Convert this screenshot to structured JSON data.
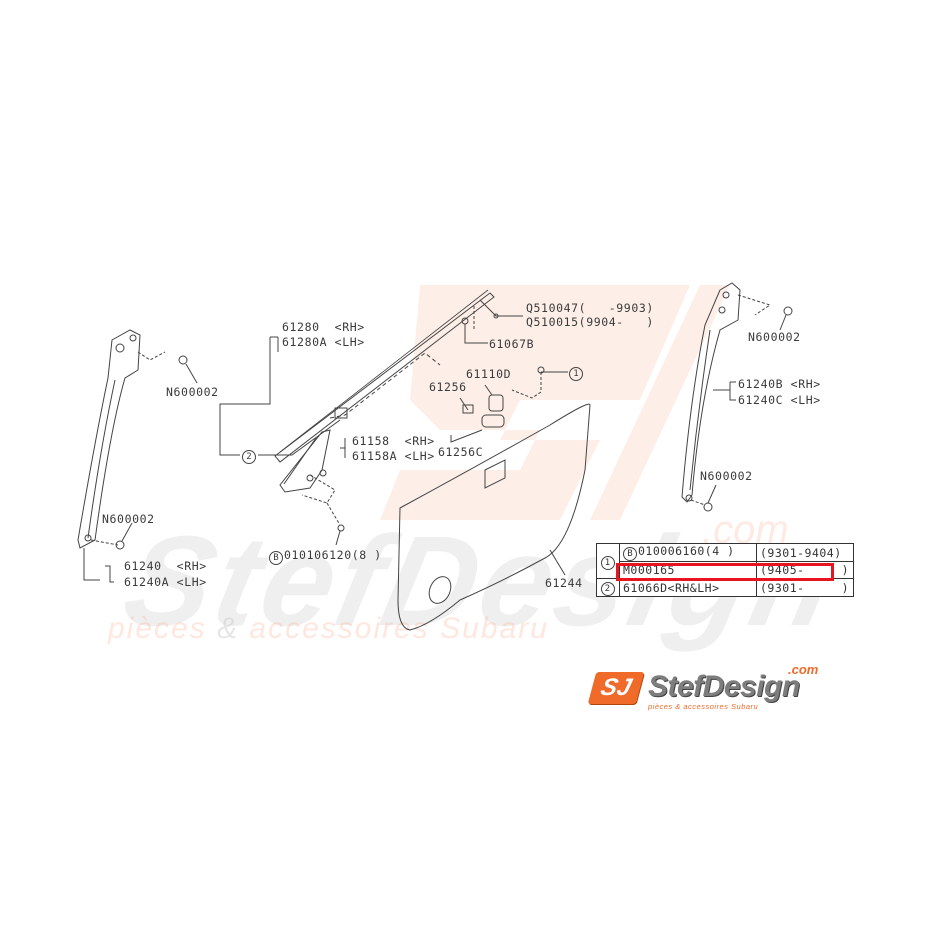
{
  "watermark": {
    "brand": "StefDesign",
    "com": ".com",
    "subtitle_pre": "pièces ",
    "subtitle_amp": "&",
    "subtitle_post": " accessoires Subaru",
    "color_orange": "#f5a080",
    "color_gray": "#d2d2d2"
  },
  "callouts": {
    "n600002_left_top": "N600002",
    "n600002_left_bottom": "N600002",
    "n600002_right_top": "N600002",
    "n600002_right_bottom": "N600002",
    "p61280_rh": "61280  <RH>",
    "p61280a_lh": "61280A <LH>",
    "q510047": "Q510047(   -9903)",
    "q510015": "Q510015(9904-   )",
    "p61067b": "61067B",
    "p61110d": "61110D",
    "p61256": "61256",
    "ref1": "1",
    "ref2": "2",
    "p61158_rh": "61158  <RH>",
    "p61158a_lh": "61158A <LH>",
    "p61256c": "61256C",
    "bolt_b": "B",
    "bolt_010106120": "010106120(8 )",
    "p61240_rh": "61240  <RH>",
    "p61240a_lh": "61240A <LH>",
    "p61240b_rh": "61240B <RH>",
    "p61240c_lh": "61240C <LH>",
    "p61244": "61244"
  },
  "legend_table": {
    "rows": [
      {
        "ref": "1",
        "prefix": "B",
        "part": "010006160(4 )",
        "range": "(9301-9404)"
      },
      {
        "ref": "",
        "prefix": "",
        "part": "M000165",
        "range": "(9405-     )",
        "highlighted": true
      },
      {
        "ref": "2",
        "prefix": "",
        "part": "61066D<RH&LH>",
        "range": "(9301-     )"
      }
    ],
    "highlight_color": "#e8141e"
  },
  "logo": {
    "badge": "SJ",
    "name": "StefDesign",
    "com": ".com",
    "tagline": "pièces & accessoires Subaru",
    "accent": "#f06a2a"
  }
}
